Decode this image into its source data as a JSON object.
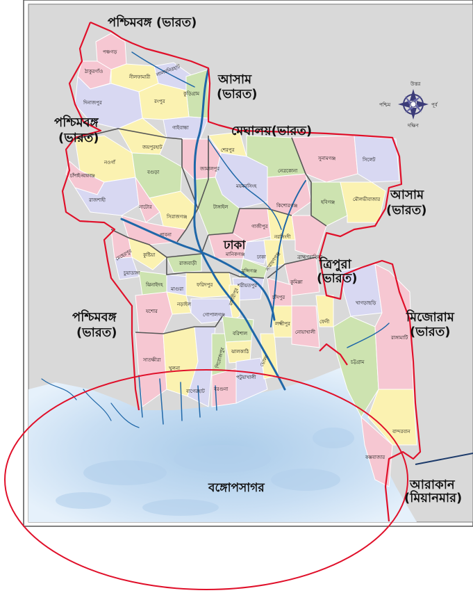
{
  "regions": {
    "west_bengal_top": "পশ্চিমবঙ্গ (ভারত)",
    "west_bengal_mid_1": "পশ্চিমবঙ্গ",
    "west_bengal_mid_2": "(ভারত)",
    "west_bengal_low_1": "পশ্চিমবঙ্গ",
    "west_bengal_low_2": "(ভারত)",
    "assam_top_1": "আসাম",
    "assam_top_2": "(ভারত)",
    "meghalaya": "মেঘালয়(ভারত)",
    "assam_right_1": "আসাম",
    "assam_right_2": "(ভারত)",
    "tripura_1": "ত্রিপুরা",
    "tripura_2": "(ভারত)",
    "mizoram_1": "মিজোরাম",
    "mizoram_2": "(ভারত)",
    "arakan_1": "আরাকান",
    "arakan_2": "(মিয়ানমার)"
  },
  "capital": "ঢাকা",
  "sea": "বঙ্গোপসাগর",
  "compass": {
    "north": "উত্তর",
    "south": "দক্ষিণ",
    "east": "পূর্ব",
    "west": "পশ্চিম"
  },
  "districts": {
    "panchagarh": "পঞ্চগড়",
    "thakurgaon": "ঠাকুরগাঁও",
    "nilphamari": "নীলফামারী",
    "lalmonirhat": "লালমনিরহাট",
    "kurigram": "কুড়িগ্রাম",
    "dinajpur": "দিনাজপুর",
    "rangpur": "রংপুর",
    "gaibandha": "গাইবান্ধা",
    "joypurhat": "জয়পুরহাট",
    "naogaon": "নওগাঁ",
    "bogura": "বগুড়া",
    "chapai": "চাঁপাই নবাবগঞ্জ",
    "rajshahi": "রাজশাহী",
    "natore": "নাটোর",
    "sirajganj": "সিরাজগঞ্জ",
    "pabna": "পাবনা",
    "jamalpur": "জামালপুর",
    "sherpur": "শেরপুর",
    "mymensingh": "ময়মনসিংহ",
    "netrokona": "নেত্রকোনা",
    "sunamganj": "সুনামগঞ্জ",
    "sylhet": "সিলেট",
    "kishoreganj": "কিশোরগঞ্জ",
    "habiganj": "হবিগঞ্জ",
    "moulvibazar": "মৌলভীবাজার",
    "tangail": "টাঙ্গাইল",
    "gazipur": "গাজীপুর",
    "narsingdi": "নরসিংদী",
    "brahmanbaria": "ব্রাহ্মণবাড়িয়া",
    "meherpur": "মেহেরপুর",
    "kushtia": "কুষ্টিয়া",
    "chuadanga": "চুয়াডাঙ্গা",
    "jhenaidah": "ঝিনাইদহ",
    "magura": "মাগুরা",
    "rajbari": "রাজবাড়ী",
    "manikganj": "মানিকগঞ্জ",
    "dhaka_dist": "ঢাকা",
    "narayanganj": "নারায়ণগঞ্জ",
    "munshiganj": "মুন্সিগঞ্জ",
    "comilla": "কুমিল্লা",
    "faridpur": "ফরিদপুর",
    "shariatpur": "শরীয়তপুর",
    "chandpur": "চাঁদপুর",
    "madaripur": "মাদারীপুর",
    "narail": "নড়াইল",
    "jessore": "যশোর",
    "gopalganj": "গোপালগঞ্জ",
    "lakshmipur": "লক্ষ্মীপুর",
    "noakhali": "নোয়াখালী",
    "feni": "ফেনী",
    "khagrachari": "খাগড়াছড়ি",
    "rangamati": "রাঙ্গামাটি",
    "chattogram": "চট্টগ্রাম",
    "bandarban": "বান্দরবান",
    "coxsbazar": "কক্সবাজার",
    "satkhira": "সাতক্ষীরা",
    "khulna": "খুলনা",
    "bagerhat": "বাগেরহাট",
    "pirojpur": "পিরোজপুর",
    "jhalokati": "ঝালকাঠি",
    "barishal": "বরিশাল",
    "bhola": "ভোলা",
    "patuakhali": "পটুয়াখালী",
    "barguna": "বরগুনা"
  },
  "colors": {
    "frame_bg": "#d9d9d9",
    "border_red": "#e0102a",
    "river": "#1f67a8",
    "sea": "#cde4f6",
    "pink": "#f6c7d2",
    "yellow": "#fbf2b1",
    "green": "#cde3b0",
    "lavender": "#d8d8f2",
    "district_border": "#ffffff",
    "division_border": "#555555"
  }
}
